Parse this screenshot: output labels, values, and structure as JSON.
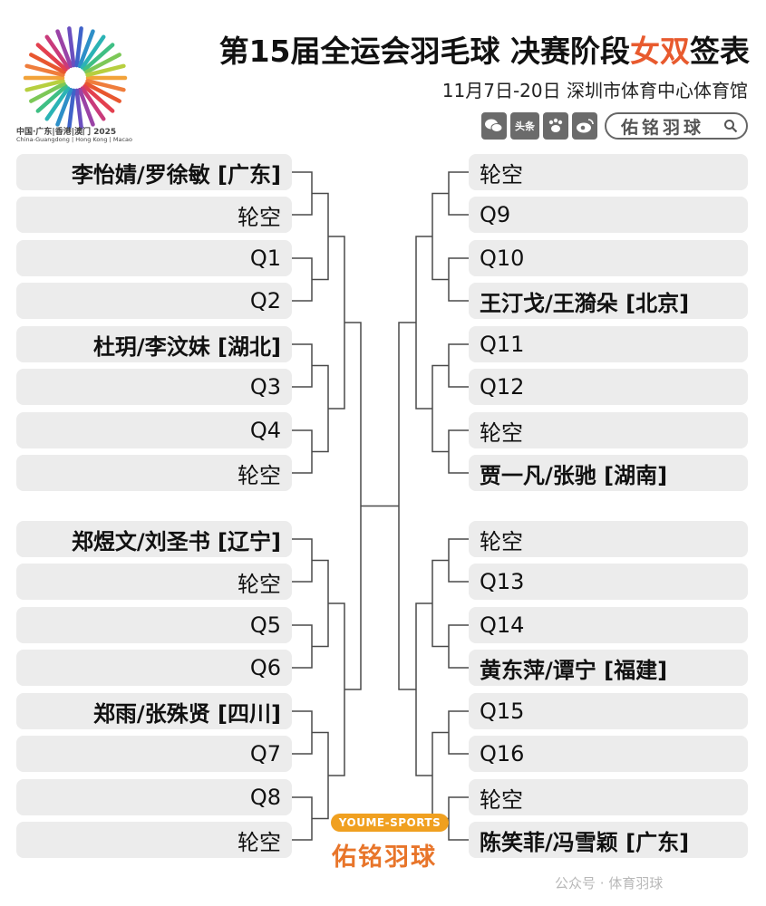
{
  "logo": {
    "caption_cn": "中国·广东|香港|澳门 2025",
    "caption_en": "China-Guangdong | Hong Kong | Macao",
    "icon": "games-logo-fan-icon"
  },
  "header": {
    "title_part1": "第15届全运会羽毛球 决赛阶段",
    "title_accent": "女双",
    "title_part2": "签表",
    "subtitle": "11月7日-20日 深圳市体育中心体育馆",
    "accent_color": "#e85a2e"
  },
  "social": {
    "icons": [
      "wechat-icon",
      "toutiao-icon",
      "baidu-paw-icon",
      "weibo-icon"
    ],
    "toutiao_label": "头条",
    "search_label": "佑铭羽球"
  },
  "draw": {
    "left": [
      {
        "label": "李怡婧/罗徐敏 [广东]",
        "seed": true
      },
      {
        "label": "轮空",
        "seed": false
      },
      {
        "label": "Q1",
        "seed": false
      },
      {
        "label": "Q2",
        "seed": false
      },
      {
        "label": "杜玥/李汶妹 [湖北]",
        "seed": true
      },
      {
        "label": "Q3",
        "seed": false
      },
      {
        "label": "Q4",
        "seed": false
      },
      {
        "label": "轮空",
        "seed": false
      },
      {
        "label": "郑煜文/刘圣书 [辽宁]",
        "seed": true
      },
      {
        "label": "轮空",
        "seed": false
      },
      {
        "label": "Q5",
        "seed": false
      },
      {
        "label": "Q6",
        "seed": false
      },
      {
        "label": "郑雨/张殊贤 [四川]",
        "seed": true
      },
      {
        "label": "Q7",
        "seed": false
      },
      {
        "label": "Q8",
        "seed": false
      },
      {
        "label": "轮空",
        "seed": false
      }
    ],
    "right": [
      {
        "label": "轮空",
        "seed": false
      },
      {
        "label": "Q9",
        "seed": false
      },
      {
        "label": "Q10",
        "seed": false
      },
      {
        "label": "王汀戈/王漪朵 [北京]",
        "seed": true
      },
      {
        "label": "Q11",
        "seed": false
      },
      {
        "label": "Q12",
        "seed": false
      },
      {
        "label": "轮空",
        "seed": false
      },
      {
        "label": "贾一凡/张驰 [湖南]",
        "seed": true
      },
      {
        "label": "轮空",
        "seed": false
      },
      {
        "label": "Q13",
        "seed": false
      },
      {
        "label": "Q14",
        "seed": false
      },
      {
        "label": "黄东萍/谭宁 [福建]",
        "seed": true
      },
      {
        "label": "Q15",
        "seed": false
      },
      {
        "label": "Q16",
        "seed": false
      },
      {
        "label": "轮空",
        "seed": false
      },
      {
        "label": "陈笑菲/冯雪颖 [广东]",
        "seed": true
      }
    ]
  },
  "brand": {
    "badge": "YOUME-SPORTS",
    "name": "佑铭羽球",
    "color": "#e8752a"
  },
  "watermark": "公众号 · 体育羽球"
}
